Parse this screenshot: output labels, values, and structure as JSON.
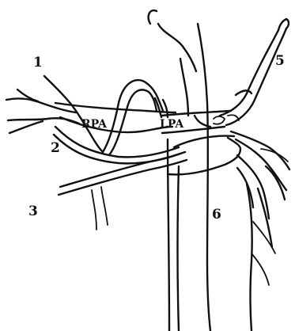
{
  "labels": {
    "rpa": "RPA",
    "lpa": "LPA",
    "n1": "1",
    "n2": "2",
    "n3": "3",
    "n5": "5",
    "n6": "6"
  },
  "colors": {
    "ink": "#111111",
    "background": "#ffffff"
  }
}
